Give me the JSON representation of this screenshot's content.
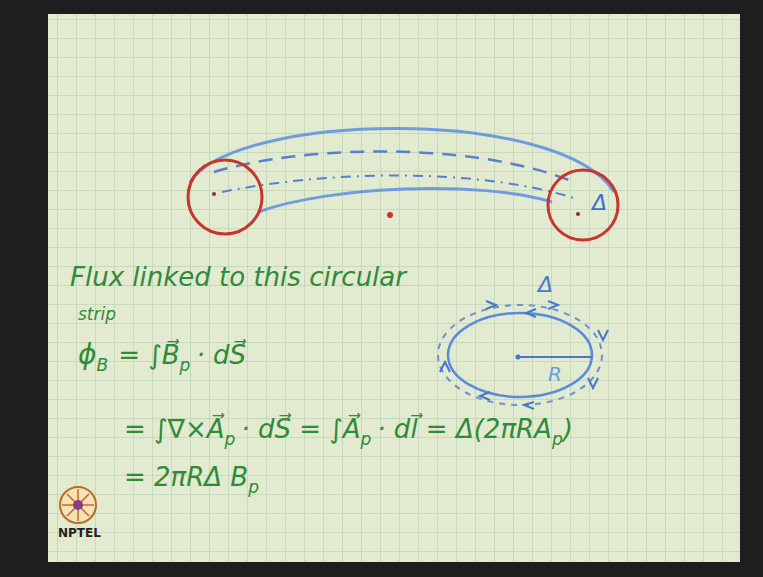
{
  "diagram": {
    "labels": [
      "Δ",
      "Flux linked to this circular",
      "strip",
      "Δ",
      "ϕ",
      "B",
      "= ∫B⃗",
      "p",
      "· dS⃗",
      "R",
      "= ∫∇×A⃗",
      "p",
      "· dS⃗ = ∫A⃗",
      "p",
      "· dl⃗ = Δ(2πRA",
      "p",
      ")",
      "= 2πRΔ B",
      "p",
      "NPTEL"
    ]
  }
}
